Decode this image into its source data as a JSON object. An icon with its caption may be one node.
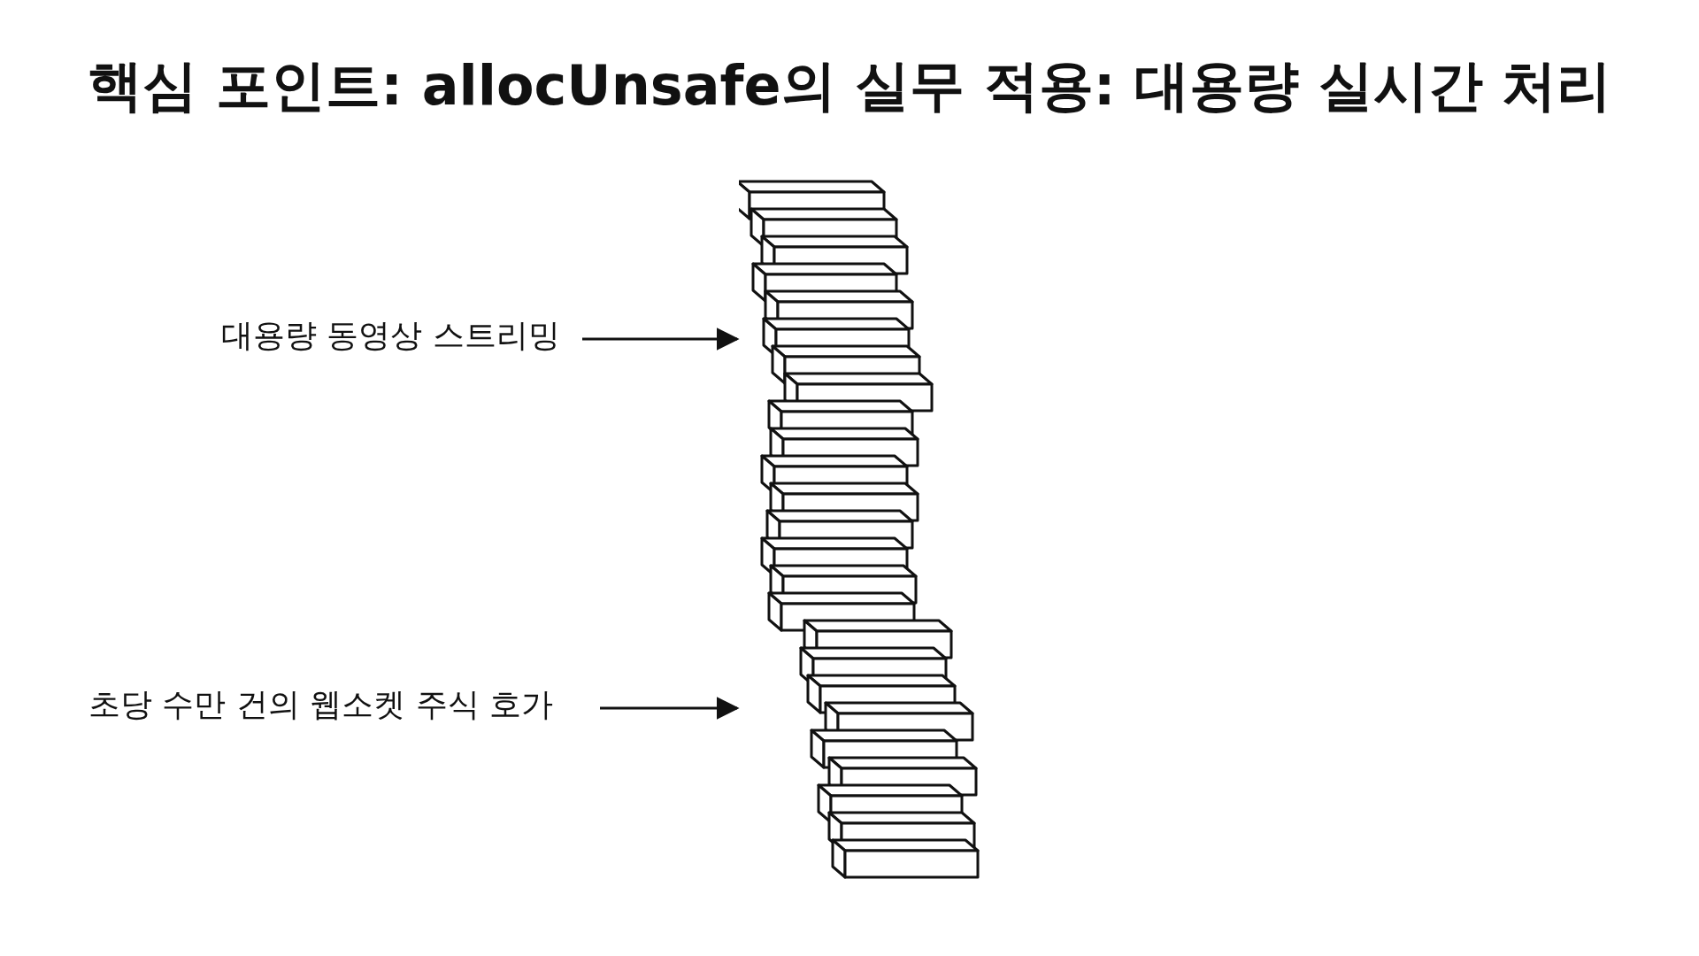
{
  "diagram": {
    "title": "핵심 포인트: allocUnsafe의 실무 적용: 대용량 실시간 처리",
    "nodes": [
      {
        "text": [],
        "shape": "picture"
      },
      {
        "text": [
          "대용량 동영상 스트리밍"
        ]
      },
      {
        "text": [
          "초당 수만 건의 웹소켓 주식 호가"
        ]
      }
    ],
    "edges": [
      {
        "from": 1,
        "to": 0,
        "arrow": "to"
      },
      {
        "from": 2,
        "to": 0,
        "arrow": "to"
      }
    ]
  }
}
